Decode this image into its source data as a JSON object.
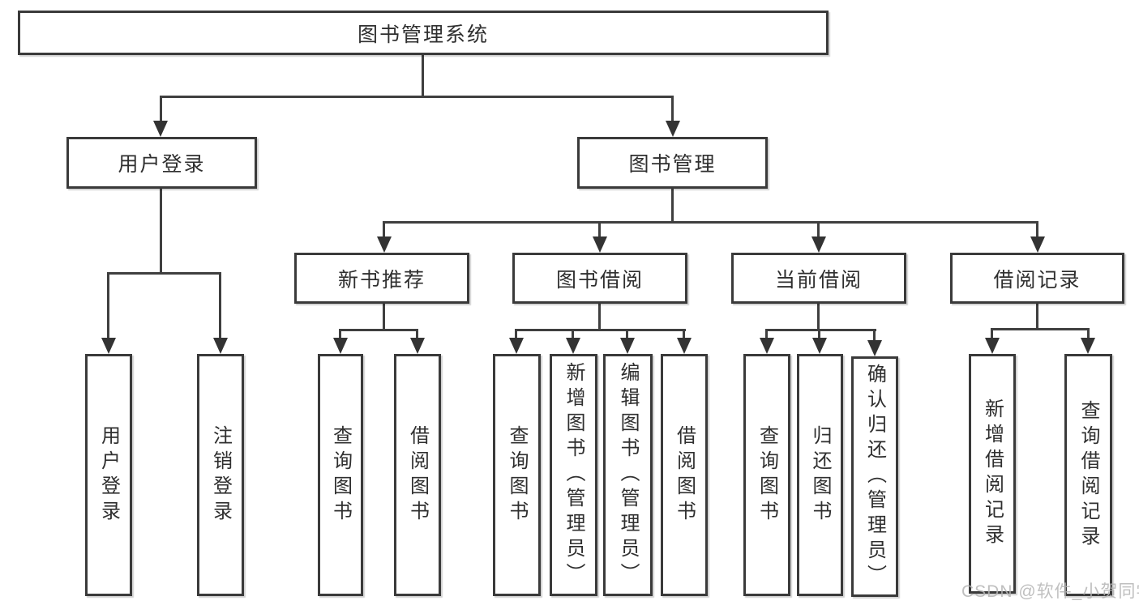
{
  "nodes": {
    "root": "图书管理系统",
    "user_login": "用户登录",
    "book_mgmt": "图书管理",
    "new_books": "新书推荐",
    "borrowing": "图书借阅",
    "current": "当前借阅",
    "records": "借阅记录",
    "leaves": {
      "user_login": [
        "用户登录",
        "注销登录"
      ],
      "new_books": [
        "查询图书",
        "借阅图书"
      ],
      "borrowing": [
        "查询图书",
        "新增图书（管理员）",
        "编辑图书（管理员）",
        "借阅图书"
      ],
      "current": [
        "查询图书",
        "归还图书",
        "确认归还（管理员）"
      ],
      "records": [
        "新增借阅记录",
        "查询借阅记录"
      ]
    }
  },
  "watermark": "CSDN @软件_小贺同学",
  "colors": {
    "background": "#ffffff",
    "border": "#3a3a3a",
    "line": "#3f3f3f",
    "arrow": "#333333",
    "text": "#2f2f2f",
    "watermark": "#b4b4b4"
  }
}
